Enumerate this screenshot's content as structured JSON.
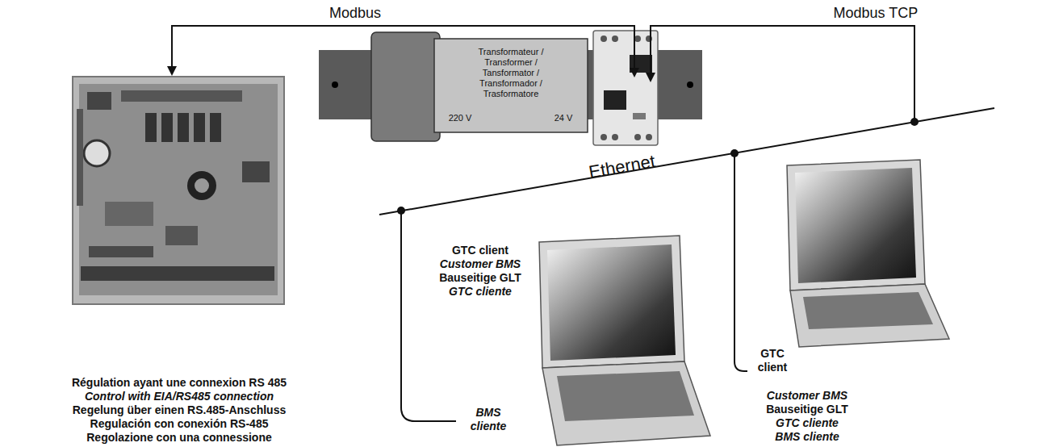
{
  "diagram": {
    "nodes": [
      {
        "text": [
          "Régulation ayant une connexion RS 485",
          "Control with EIA/RS485 connection",
          "Regelung über einen RS.485-Anschluss",
          "Regulación con conexión RS-485",
          "Regolazione con una connessione"
        ]
      },
      {
        "text": [
          "Transformateur / Transformer / Tansformator / Transformador / Trasformatore",
          "220 V",
          "24 V"
        ]
      },
      {
        "text": [
          "GTC client",
          "Customer BMS",
          "Bauseitige GLT",
          "GTC cliente",
          "BMS cliente"
        ]
      },
      {
        "text": [
          "GTC client",
          "Customer BMS",
          "Bauseitige GLT",
          "GTC cliente",
          "BMS cliente"
        ]
      }
    ],
    "labels": [
      "Modbus",
      "Modbus TCP",
      "Ethernet"
    ]
  }
}
